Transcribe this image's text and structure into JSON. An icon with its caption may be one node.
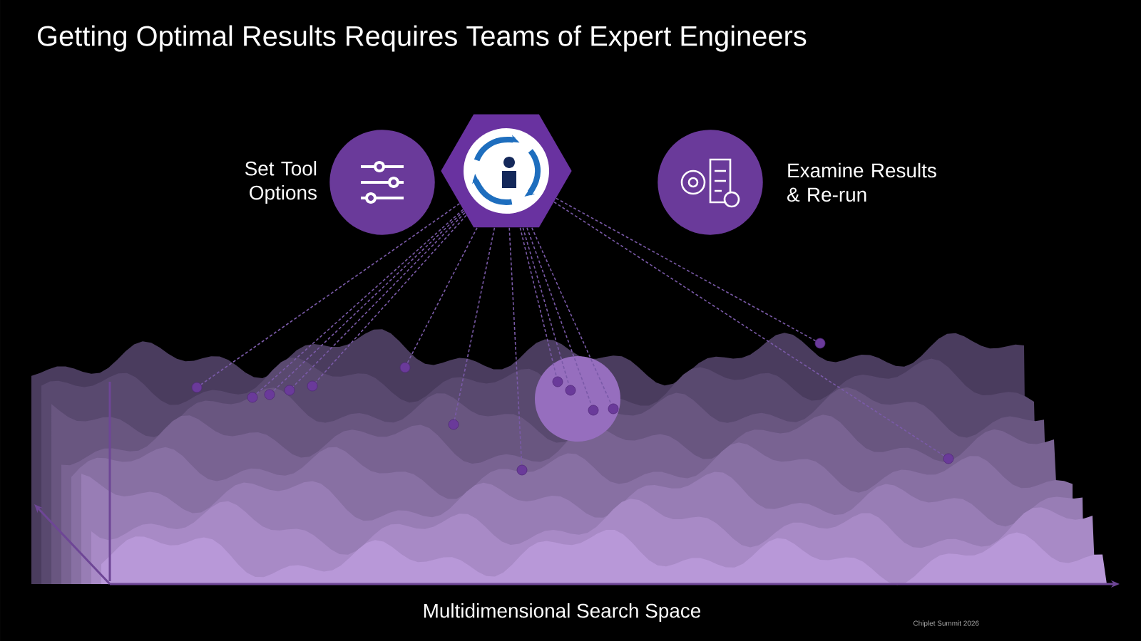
{
  "diagram": {
    "title": "Getting Optimal Results Requires Teams of Expert Engineers",
    "nodes": [
      {
        "text": [
          "Set Tool Options"
        ]
      },
      {
        "text": [],
        "shape": "hexagon"
      },
      {
        "text": [
          "Examine Results & Re-run"
        ]
      },
      {
        "text": [],
        "shape": "circle"
      },
      {
        "text": [],
        "shape": "circle"
      },
      {
        "text": [],
        "shape": "circle"
      },
      {
        "text": [],
        "shape": "circle"
      },
      {
        "text": [],
        "shape": "circle"
      },
      {
        "text": [],
        "shape": "circle"
      },
      {
        "text": [],
        "shape": "circle"
      },
      {
        "text": [],
        "shape": "circle"
      },
      {
        "text": [],
        "shape": "circle"
      },
      {
        "text": [],
        "shape": "circle"
      },
      {
        "text": [],
        "shape": "circle"
      },
      {
        "text": [],
        "shape": "circle"
      },
      {
        "text": [],
        "shape": "circle"
      },
      {
        "text": [],
        "shape": "circle"
      }
    ],
    "edges": [
      {
        "from": 1,
        "to": 3,
        "arrow": "none",
        "style": "dashed"
      },
      {
        "from": 1,
        "to": 4,
        "arrow": "none",
        "style": "dashed"
      },
      {
        "from": 1,
        "to": 5,
        "arrow": "none",
        "style": "dashed"
      },
      {
        "from": 1,
        "to": 6,
        "arrow": "none",
        "style": "dashed"
      },
      {
        "from": 1,
        "to": 7,
        "arrow": "none",
        "style": "dashed"
      },
      {
        "from": 1,
        "to": 8,
        "arrow": "none",
        "style": "dashed"
      },
      {
        "from": 1,
        "to": 9,
        "arrow": "none",
        "style": "dashed"
      },
      {
        "from": 1,
        "to": 10,
        "arrow": "none",
        "style": "dashed"
      },
      {
        "from": 1,
        "to": 11,
        "arrow": "none",
        "style": "dashed"
      },
      {
        "from": 1,
        "to": 12,
        "arrow": "none",
        "style": "dashed"
      },
      {
        "from": 1,
        "to": 13,
        "arrow": "none",
        "style": "dashed"
      },
      {
        "from": 1,
        "to": 14,
        "arrow": "none",
        "style": "dashed"
      },
      {
        "from": 1,
        "to": 15,
        "arrow": "none",
        "style": "dashed"
      },
      {
        "from": 1,
        "to": 16,
        "arrow": "none",
        "style": "dashed"
      }
    ],
    "labels": [
      "Multidimensional Search Space",
      "Chiplet Summit 2026"
    ]
  }
}
